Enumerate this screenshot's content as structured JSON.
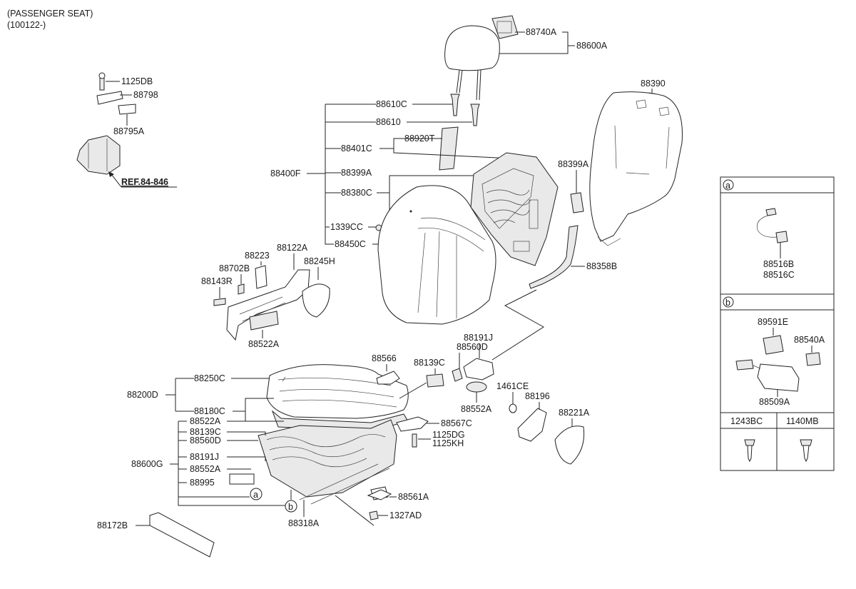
{
  "header": {
    "title": "(PASSENGER SEAT)",
    "date_range": "(100122-)"
  },
  "reference": "REF.84-846",
  "labels": {
    "p88740A": "88740A",
    "p88600A": "88600A",
    "p88390": "88390",
    "p1125DB": "1125DB",
    "p88798": "88798",
    "p88795A": "88795A",
    "p88610C": "88610C",
    "p88610": "88610",
    "p88920T": "88920T",
    "p88401C": "88401C",
    "p88400F": "88400F",
    "p88399A_1": "88399A",
    "p88399A_2": "88399A",
    "p88380C": "88380C",
    "p1339CC": "1339CC",
    "p88450C": "88450C",
    "p88358B": "88358B",
    "p88122A": "88122A",
    "p88223": "88223",
    "p88702B": "88702B",
    "p88245H": "88245H",
    "p88143R": "88143R",
    "p88522A_1": "88522A",
    "p88566": "88566",
    "p88191J_1": "88191J",
    "p88560D_1": "88560D",
    "p88139C_1": "88139C",
    "p88250C": "88250C",
    "p88200D": "88200D",
    "p88180C": "88180C",
    "p88522A_2": "88522A",
    "p88139C_2": "88139C",
    "p88560D_2": "88560D",
    "p88600G": "88600G",
    "p88191J_2": "88191J",
    "p88552A_1": "88552A",
    "p88995": "88995",
    "p1461CE": "1461CE",
    "p88196": "88196",
    "p88552A_2": "88552A",
    "p88221A": "88221A",
    "p88567C": "88567C",
    "p1125DG": "1125DG",
    "p1125KH": "1125KH",
    "p88561A": "88561A",
    "p1327AD": "1327AD",
    "p88318A": "88318A",
    "p88172B": "88172B",
    "callout_a": "a",
    "callout_b": "b"
  },
  "side_panel": {
    "box_a": {
      "letter": "a",
      "part_1": "88516B",
      "part_2": "88516C"
    },
    "box_b": {
      "letter": "b",
      "part_1": "89591E",
      "part_2": "88540A",
      "part_3": "88509A"
    },
    "box_c": {
      "col_1": "1243BC",
      "col_2": "1140MB"
    }
  }
}
